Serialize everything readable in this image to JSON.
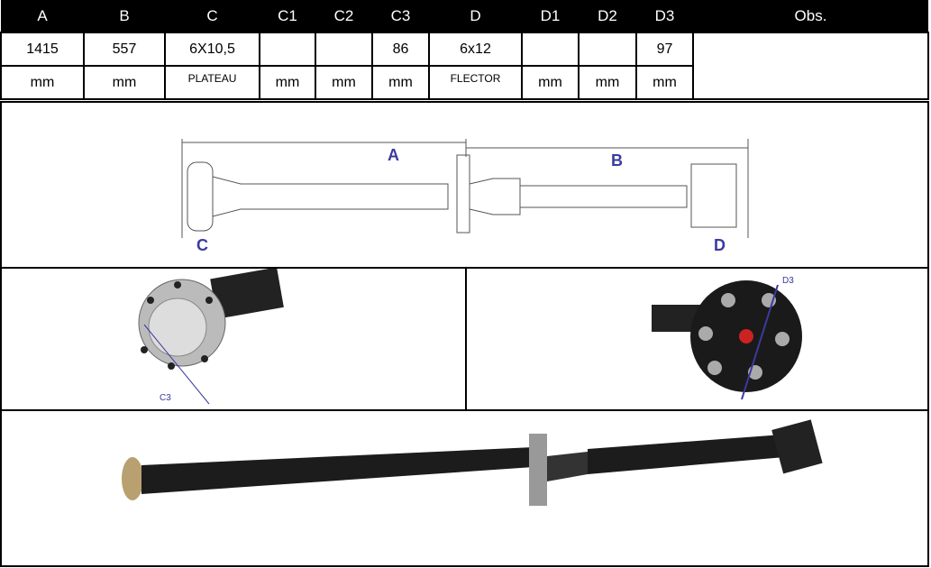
{
  "table": {
    "headers": [
      "A",
      "B",
      "C",
      "C1",
      "C2",
      "C3",
      "D",
      "D1",
      "D2",
      "D3",
      "Obs."
    ],
    "values": [
      "1415",
      "557",
      "6X10,5",
      "",
      "",
      "86",
      "6x12",
      "",
      "",
      "97",
      ""
    ],
    "units": [
      "mm",
      "mm",
      "PLATEAU",
      "mm",
      "mm",
      "mm",
      "FLECTOR",
      "mm",
      "mm",
      "mm"
    ]
  },
  "diagram": {
    "label_a": "A",
    "label_b": "B",
    "label_c": "C",
    "label_d": "D"
  },
  "photos": {
    "c3_label": "C3",
    "d3_label": "D3"
  },
  "colors": {
    "label_blue": "#3a3aa0"
  }
}
